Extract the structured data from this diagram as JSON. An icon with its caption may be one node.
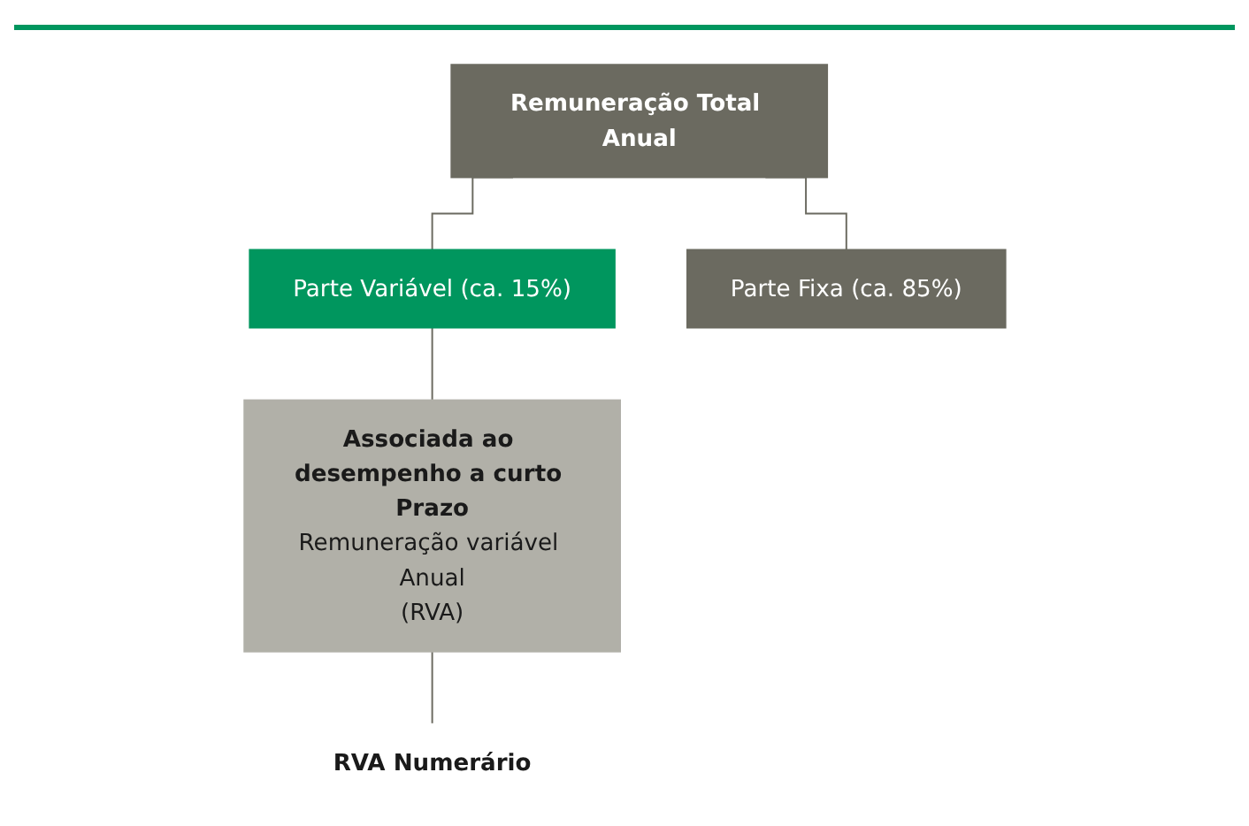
{
  "diagram": {
    "nodes": [
      {
        "text": [
          "Remuneração Total Anual"
        ]
      },
      {
        "text": [
          "Parte Variável (ca. 15%)"
        ]
      },
      {
        "text": [
          "Parte Fixa (ca. 85%)"
        ]
      },
      {
        "text": [
          "Associada ao desempenho a curto Prazo",
          "Remuneração variável Anual",
          "(RVA)"
        ]
      },
      {
        "text": [
          "RVA Numerário"
        ]
      }
    ],
    "edges": [
      {
        "from": 0,
        "to": 1,
        "arrow": "none"
      },
      {
        "from": 0,
        "to": 2,
        "arrow": "none"
      },
      {
        "from": 1,
        "to": 3,
        "arrow": "none"
      },
      {
        "from": 3,
        "to": 4,
        "arrow": "none"
      }
    ]
  }
}
